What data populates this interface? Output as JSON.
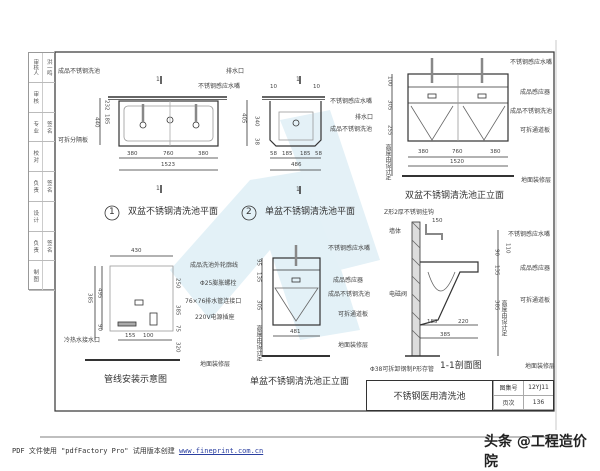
{
  "side_strip": [
    [
      "审核人",
      "洪一鸣"
    ],
    [
      "审 核",
      ""
    ],
    [
      "专 业",
      "签 名"
    ],
    [
      "校 对",
      ""
    ],
    [
      "负 责",
      "签 名"
    ],
    [
      "设 计",
      ""
    ],
    [
      "负 责",
      "签 名"
    ],
    [
      "制 图",
      ""
    ]
  ],
  "drawing1": {
    "title_no": "1",
    "title": "双盆不锈钢清洗池平面",
    "labels": {
      "basin": "成品不锈钢洗池",
      "drain": "排水口",
      "faucet": "不锈钢感应水嘴",
      "divider": "可拆分隔板"
    },
    "dims": {
      "d380a": "380",
      "d760": "760",
      "d380b": "380",
      "total": "1523",
      "v185": "185",
      "v232": "232",
      "v440": "440"
    },
    "section_mark": "1"
  },
  "drawing2": {
    "title_no": "2",
    "title": "单盆不锈钢清洗池平面",
    "labels": {
      "faucet": "不锈钢感应水嘴",
      "drain": "排水口",
      "basin": "成品不锈钢洗池"
    },
    "dims": {
      "d58a": "58",
      "d185a": "185",
      "d185b": "185",
      "d58b": "58",
      "total": "486",
      "v405": "405",
      "v340": "340",
      "v38": "38",
      "top10a": "10",
      "top10b": "10"
    },
    "section_mark": "1"
  },
  "drawing3": {
    "title": "双盆不锈钢清洗池正立面",
    "labels": {
      "faucet": "不锈钢感应水嘴",
      "sensor": "成品感应器",
      "basin": "成品不锈钢洗池",
      "panel": "可拆通道板",
      "floor": "地面装修层",
      "height": "高度由设计定"
    },
    "dims": {
      "d380a": "380",
      "d760": "760",
      "d380b": "380",
      "total": "1520",
      "v100": "100",
      "v305": "305",
      "v255": "255"
    }
  },
  "drawing4": {
    "title": "管线安装示意图",
    "labels": {
      "outline": "成品洗池外轮廓线",
      "bolt": "Φ25膨胀螺栓",
      "drain": "76×76排水管连接口",
      "socket": "220V电源插座",
      "floor": "地面装修层",
      "water": "冷热水接水口"
    },
    "dims": {
      "w430": "430",
      "v385": "385",
      "v495": "495",
      "v90": "90",
      "d155": "155",
      "d100": "100",
      "v250": "250",
      "v385b": "385",
      "v75": "75",
      "v320": "320"
    }
  },
  "drawing5": {
    "title": "单盆不锈钢清洗池正立面",
    "labels": {
      "faucet": "不锈钢感应水嘴",
      "sensor": "成品感应器",
      "basin": "成品不锈钢洗池",
      "panel": "可拆通道板",
      "floor": "地面装修层",
      "height": "高度由设计定"
    },
    "dims": {
      "w481": "481",
      "v95": "95",
      "v135": "135",
      "v305": "305"
    }
  },
  "drawing6": {
    "title": "1-1剖面图",
    "labels": {
      "hook": "Z形2厚不锈钢挂钩",
      "wall": "墙体",
      "valve": "电磁阀",
      "faucet": "不锈钢感应水嘴",
      "sensor": "成品感应器",
      "panel": "可拆通道板",
      "floor": "地面装修层",
      "trap": "Φ38可拆卸钢制P形存管",
      "height": "高度由设计定"
    },
    "dims": {
      "d150": "150",
      "d185": "185",
      "d220": "220",
      "d385": "385",
      "v110": "110",
      "v90": "90",
      "v135": "135",
      "v385": "385"
    }
  },
  "title_block": {
    "name": "不锈钢医用清洗池",
    "atlas_label": "图集号",
    "atlas_no": "12YJ11",
    "page_label": "页次",
    "page_no": "136"
  },
  "footer": {
    "text": "PDF 文件使用 \"pdfFactory Pro\" 试用版本创建 ",
    "link": "www.fineprint.com.cn"
  },
  "watermark": "头条 @工程造价院",
  "colors": {
    "line": "#333333",
    "watermark_blue": "#bfe0ee"
  }
}
